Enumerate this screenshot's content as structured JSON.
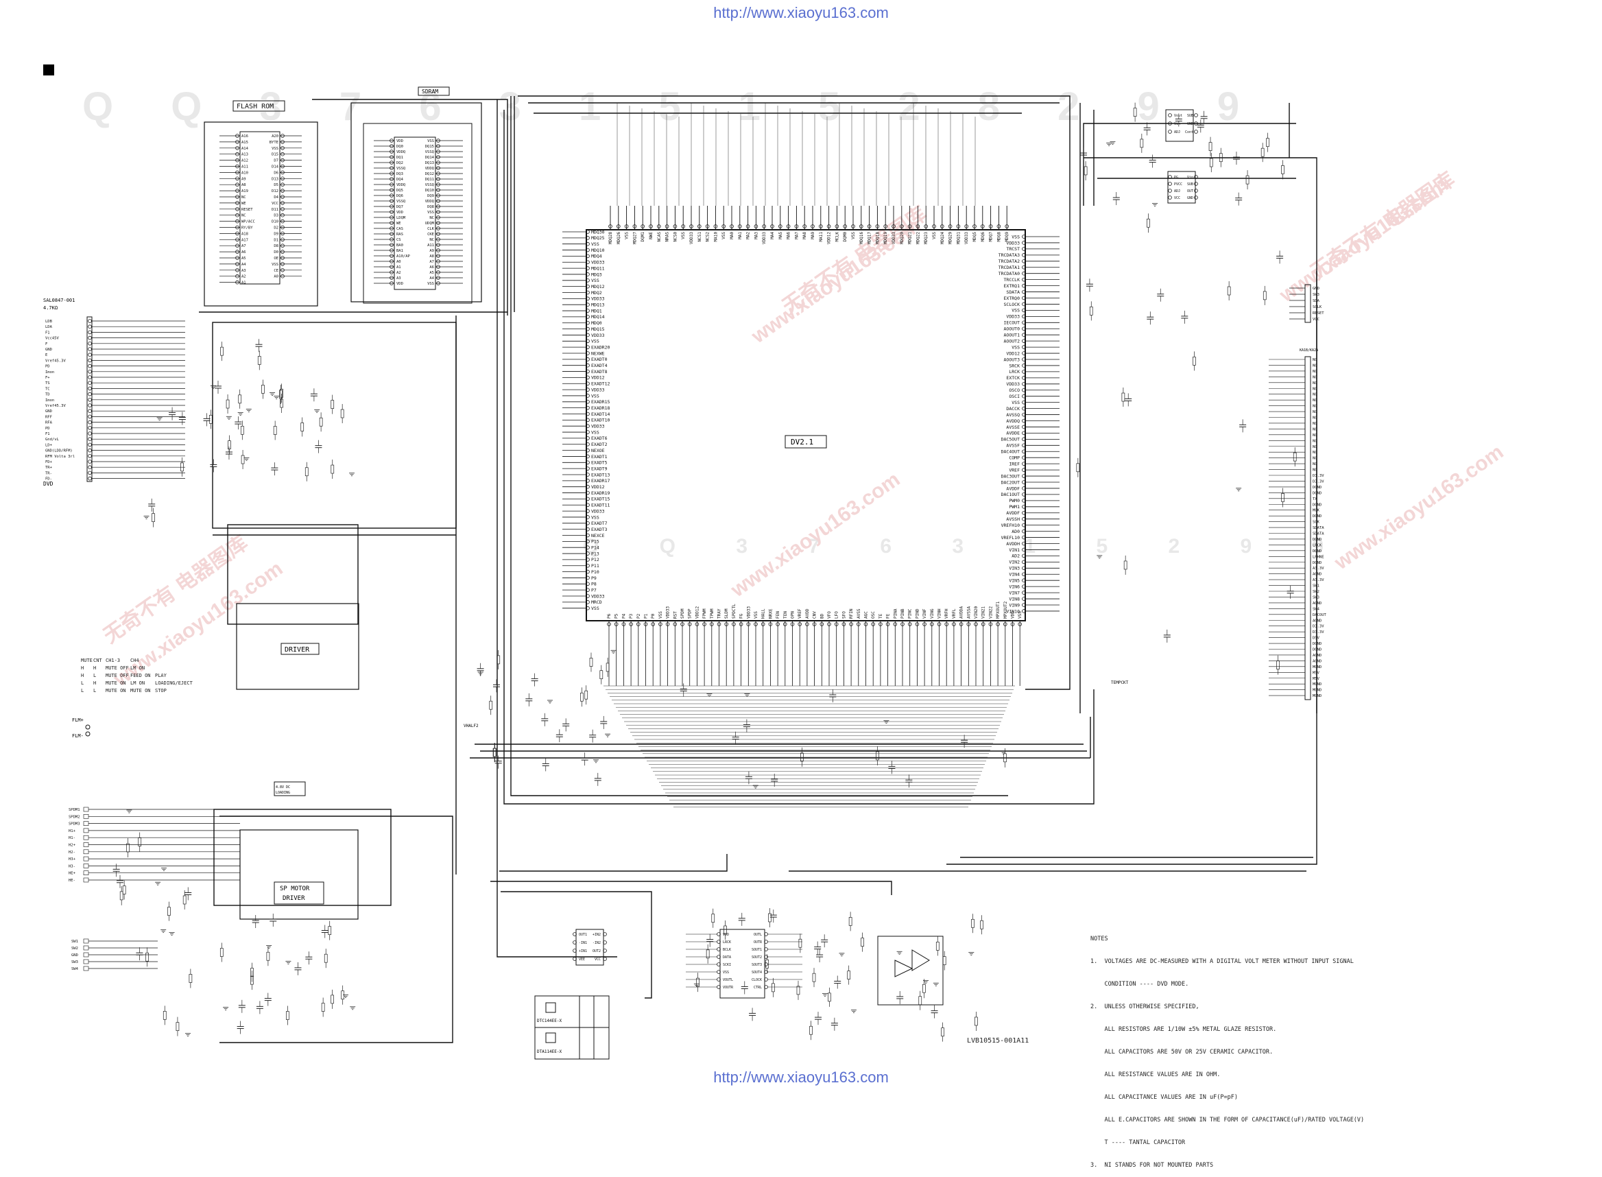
{
  "header": {
    "url": "http://www.xiaoyu163.com"
  },
  "footer": {
    "url": "http://www.xiaoyu163.com"
  },
  "watermark": {
    "serial": "Q Q 3 7 6 3 1 5 1 5 2 8 2 9 9",
    "serial_mid": "Q Q 3 7 6 3 1 5 2 9 9",
    "site": "www.xiaoyu163.com",
    "cn": "无奇不有 电器图库"
  },
  "blocks": {
    "flash_rom": "FLASH ROM",
    "sdram": "SDRAM",
    "main_ic": "DV2.1",
    "driver": "DRIVER",
    "sp_motor_driver_line1": "SP MOTOR",
    "sp_motor_driver_line2": "DRIVER",
    "tempckt": "TEMPCKT",
    "vhalf2": "VHALF2",
    "led_note_1": "4.8V DC",
    "led_note_2": "LOADING"
  },
  "left_connector": {
    "title": "SAL0847-001",
    "subtitle": "4.7KΩ",
    "label_dvd": "DVD",
    "pins": [
      "LDB",
      "LDA",
      "F1",
      "Vcc45V",
      "F",
      "GND",
      "E",
      "Vref45.3V",
      "PD",
      "Imon",
      "F+",
      "TS",
      "TC",
      "TD",
      "Imon",
      "Vref45.3V",
      "GND",
      "RFF",
      "RFA",
      "PD",
      "F1",
      "Gnd/vL",
      "LD+",
      "GND(LDD/RFM)",
      "RFM Volta 3rl",
      "FD+",
      "TR+",
      "TR-",
      "FD-"
    ]
  },
  "flm": {
    "plus": "FLM+",
    "minus": "FLM-"
  },
  "spindle_connector": {
    "pins": [
      "SPDM1",
      "SPDM2",
      "SPDM3",
      "H1+",
      "H1-",
      "H2+",
      "H2-",
      "H3+",
      "H3-",
      "HE+",
      "HE-"
    ]
  },
  "switch_connector": {
    "pins": [
      "SW1",
      "SW2",
      "GND",
      "SW3",
      "SW4"
    ]
  },
  "mute_table": {
    "rows": [
      [
        "MUTE",
        "CNT",
        "CH1-3",
        "CH4"
      ],
      [
        "H",
        "H",
        "MUTE OFF",
        "LM ON"
      ],
      [
        "H",
        "L",
        "MUTE OFF",
        "FEED ON",
        "PLAY"
      ],
      [
        "L",
        "H",
        "MUTE ON",
        "LM ON",
        "LOADING/EJECT"
      ],
      [
        "L",
        "L",
        "MUTE ON",
        "MUTE ON",
        "STOP"
      ]
    ]
  },
  "main_ic_left_pins": [
    "MDQ30",
    "MDQ25",
    "VSS",
    "MDQ10",
    "MDQ4",
    "VDD33",
    "MDQ11",
    "MDQ3",
    "VSS",
    "MDQ12",
    "MDQ2",
    "VDD33",
    "MDQ13",
    "MDQ1",
    "MDQ14",
    "MDQ0",
    "MDQ15",
    "VDD33",
    "VSS",
    "EXADR20",
    "NEXWE",
    "EXADT0",
    "EXADT4",
    "EXADT8",
    "VDD12",
    "EXADT12",
    "VDD33",
    "VSS",
    "EXADR15",
    "EXADR18",
    "EXADT14",
    "EXADT10",
    "VDD33",
    "VSS",
    "EXADT6",
    "EXADT2",
    "NEXOE",
    "EXADT1",
    "EXADT5",
    "EXADT9",
    "EXADT13",
    "EXADR17",
    "VDD12",
    "EXADR19",
    "EXADT15",
    "EXADT11",
    "VDD33",
    "VSS",
    "EXADT7",
    "EXADT3",
    "NEXCE",
    "P15",
    "P14",
    "P13",
    "P12",
    "P11",
    "P10",
    "P9",
    "P8",
    "P7",
    "VDD33",
    "MRCD",
    "VSS"
  ],
  "main_ic_right_pins": [
    "VSS",
    "VDD33",
    "TRCST",
    "TRCDATA3",
    "TRCDATA2",
    "TRCDATA1",
    "TRCDATA0",
    "TRCCLK",
    "EXTRQ1",
    "SDATA",
    "EXTRQ0",
    "SCLOCK",
    "VSS",
    "VDD33",
    "IECOUT",
    "AOOUT0",
    "AOOUT1",
    "AOOUT2",
    "VSS",
    "VDD12",
    "AOOUT3",
    "SRCK",
    "LRCK",
    "EXTCK",
    "VDD33",
    "OSCO",
    "OSCI",
    "VSS",
    "DACCK",
    "AVSSQ",
    "AVDDQ",
    "AVSSE",
    "AVDDE",
    "DAC5OUT",
    "AVSSF",
    "DAC4OUT",
    "COMP",
    "IREF",
    "VREF",
    "DAC3OUT",
    "DAC2OUT",
    "AVDDF",
    "DAC1OUT",
    "PWM0",
    "PWM1",
    "AVDDF",
    "AVSSH",
    "VREFH10",
    "AD0",
    "VREFL10",
    "AVDDH",
    "VIN1",
    "AD2",
    "VIN2",
    "VIN3",
    "VIN4",
    "VIN5",
    "VIN6",
    "VIN7",
    "VIN8",
    "VIN9",
    "VIN10"
  ],
  "main_ic_top_pins": [
    "MDQ28",
    "MDQ26",
    "VSS",
    "MDQ27",
    "DQM1",
    "NWE",
    "NCAS",
    "NRAS",
    "NCS0",
    "VSS",
    "VDD33",
    "NCS1",
    "NCS2",
    "MA10",
    "VSS",
    "MA0",
    "MA1",
    "MA2",
    "MA3",
    "VDD33",
    "MA4",
    "MA5",
    "MA6",
    "MA7",
    "MA8",
    "MA9",
    "MA11",
    "VDD12",
    "MCLK",
    "DQM0",
    "VSS",
    "MDQ16",
    "MDQ17",
    "MDQ18",
    "MDQ19",
    "VDD33",
    "MDQ20",
    "MDQ21",
    "MDQ22",
    "MDQ23",
    "VSS",
    "MDQ24",
    "MDQ29",
    "MDQ31",
    "VDD33",
    "MDQ5",
    "MDQ6",
    "MDQ7",
    "MDQ8",
    "MDQ9"
  ],
  "main_ic_bottom_pins": [
    "P6",
    "P5",
    "P4",
    "P3",
    "P2",
    "P1",
    "P0",
    "VSS",
    "VDD33",
    "RST",
    "SPDM",
    "SPDP",
    "VDD12",
    "FPWM",
    "TPWM",
    "TRAY",
    "SLDM",
    "SPDCTL",
    "FG",
    "VDD33",
    "VSS",
    "HALL",
    "NRXE",
    "FEN",
    "TEN",
    "OPN",
    "VREF",
    "AVDD",
    "CNV",
    "BD",
    "VFO",
    "LFO",
    "SFO",
    "RFIN",
    "AVSS",
    "AGC",
    "OSC",
    "TE",
    "FE",
    "PINA",
    "PINB",
    "PINC",
    "PIND",
    "VINF",
    "VING",
    "VINH",
    "VRFH",
    "VRFL",
    "AVDDA",
    "AVSSA",
    "VIN20",
    "VIN21",
    "VIN22",
    "MPXOUT1",
    "MPXOUT2",
    "VDD",
    "VSS"
  ],
  "flash_pins_left": [
    "A16",
    "A15",
    "A14",
    "A13",
    "A12",
    "A11",
    "A10",
    "A9",
    "A8",
    "A19",
    "NC",
    "WE",
    "RESET",
    "NC",
    "WP/ACC",
    "RY/BY",
    "A18",
    "A17",
    "A7",
    "A6",
    "A5",
    "A4",
    "A3",
    "A2",
    "A1"
  ],
  "flash_pins_right": [
    "A20",
    "BYTE",
    "VSS",
    "D15",
    "D7",
    "D14",
    "D6",
    "D13",
    "D5",
    "D12",
    "D4",
    "VCC",
    "D11",
    "D3",
    "D10",
    "D2",
    "D9",
    "D1",
    "D8",
    "D0",
    "OE",
    "VSS",
    "CE",
    "A0"
  ],
  "sdram_pins_left": [
    "VDD",
    "DQ0",
    "VDDQ",
    "DQ1",
    "DQ2",
    "VSSQ",
    "DQ3",
    "DQ4",
    "VDDQ",
    "DQ5",
    "DQ6",
    "VSSQ",
    "DQ7",
    "VDD",
    "LDQM",
    "WE",
    "CAS",
    "RAS",
    "CS",
    "BA0",
    "BA1",
    "A10/AP",
    "A0",
    "A1",
    "A2",
    "A3",
    "VDD"
  ],
  "sdram_pins_right": [
    "VSS",
    "DQ15",
    "VSSQ",
    "DQ14",
    "DQ13",
    "VDDQ",
    "DQ12",
    "DQ11",
    "VSSQ",
    "DQ10",
    "DQ9",
    "VDDQ",
    "DQ8",
    "VSS",
    "NC",
    "UDQM",
    "CLK",
    "CKE",
    "NC",
    "A11",
    "A9",
    "A8",
    "A7",
    "A6",
    "A5",
    "A4",
    "VSS"
  ],
  "regulator_1": {
    "pins": [
      "Vout",
      "Vin",
      "ADJ",
      "SUB",
      "GND",
      "Cont"
    ]
  },
  "regulator_2": {
    "pins": [
      "PG",
      "PVCC",
      "ADJ",
      "VCC",
      "Vin",
      "SUB",
      "OUT",
      "GND"
    ]
  },
  "right_connector_1": {
    "title": "KA1B/KA2A",
    "pins": [
      "GND",
      "SW3",
      "SDA",
      "SCLK",
      "RESET",
      "VCC"
    ]
  },
  "right_connector_2": {
    "pins": [
      "NC",
      "NC",
      "NC",
      "NC",
      "NC",
      "NC",
      "NC",
      "NC",
      "NC",
      "NC",
      "NC",
      "NC",
      "NC",
      "NC",
      "NC",
      "NC",
      "NC",
      "NC",
      "NC",
      "NC",
      "D3.3V",
      "D3.3V",
      "DGND",
      "DGND",
      "TX",
      "DGND",
      "MCK",
      "DGND",
      "SCK",
      "SDATA",
      "SDATA",
      "DGND",
      "LRCK",
      "DGND",
      "LRHNE",
      "DGND",
      "A3.3V",
      "AGND",
      "A3.3V",
      "SW1",
      "SW2",
      "SW3",
      "AGND",
      "SW4",
      "DACOUT",
      "AGND",
      "D3.3V",
      "D3.3V",
      "D5V",
      "DGND",
      "DGND",
      "AGND",
      "AGND",
      "MGND",
      "M5V",
      "M5V",
      "MGND",
      "MGND",
      "MGND"
    ]
  },
  "bottom_ics": {
    "opamp_pins": [
      "OUT1",
      "-IN1",
      "+IN1",
      "VEE",
      "+IN2",
      "-IN2",
      "OUT2",
      "VCC"
    ],
    "audio_dac_pins_left": [
      "VDD",
      "LRCK",
      "BCLK",
      "DATA",
      "SCKI",
      "VSS",
      "VOUTL",
      "VOUTR"
    ],
    "audio_dac_pins_right": [
      "OUTL",
      "OUTR",
      "SOUT1",
      "SOUT2",
      "SOUT3",
      "SOUT4",
      "CLOCK",
      "CTRL"
    ]
  },
  "transistor_legend": {
    "part1": "DTC144EE-X",
    "part2": "DTA114EE-X"
  },
  "notes": {
    "title": "NOTES",
    "lines": [
      "1.  VOLTAGES ARE DC-MEASURED WITH A DIGITAL VOLT METER WITHOUT INPUT SIGNAL",
      "    CONDITION ---- DVD MODE.",
      "2.  UNLESS OTHERWISE SPECIFIED,",
      "    ALL RESISTORS ARE 1/10W ±5% METAL GLAZE RESISTOR.",
      "    ALL CAPACITORS ARE 50V OR 25V CERAMIC CAPACITOR.",
      "    ALL RESISTANCE VALUES ARE IN OHM.",
      "    ALL CAPACITANCE VALUES ARE IN uF(P=pF)",
      "    ALL E.CAPACITORS ARE SHOWN IN THE FORM OF CAPACITANCE(uF)/RATED VOLTAGE(V)",
      "    T ---- TANTAL CAPACITOR",
      "3.  NI STANDS FOR NOT MOUNTED PARTS"
    ]
  },
  "document_code": "LVB10515-001A11"
}
